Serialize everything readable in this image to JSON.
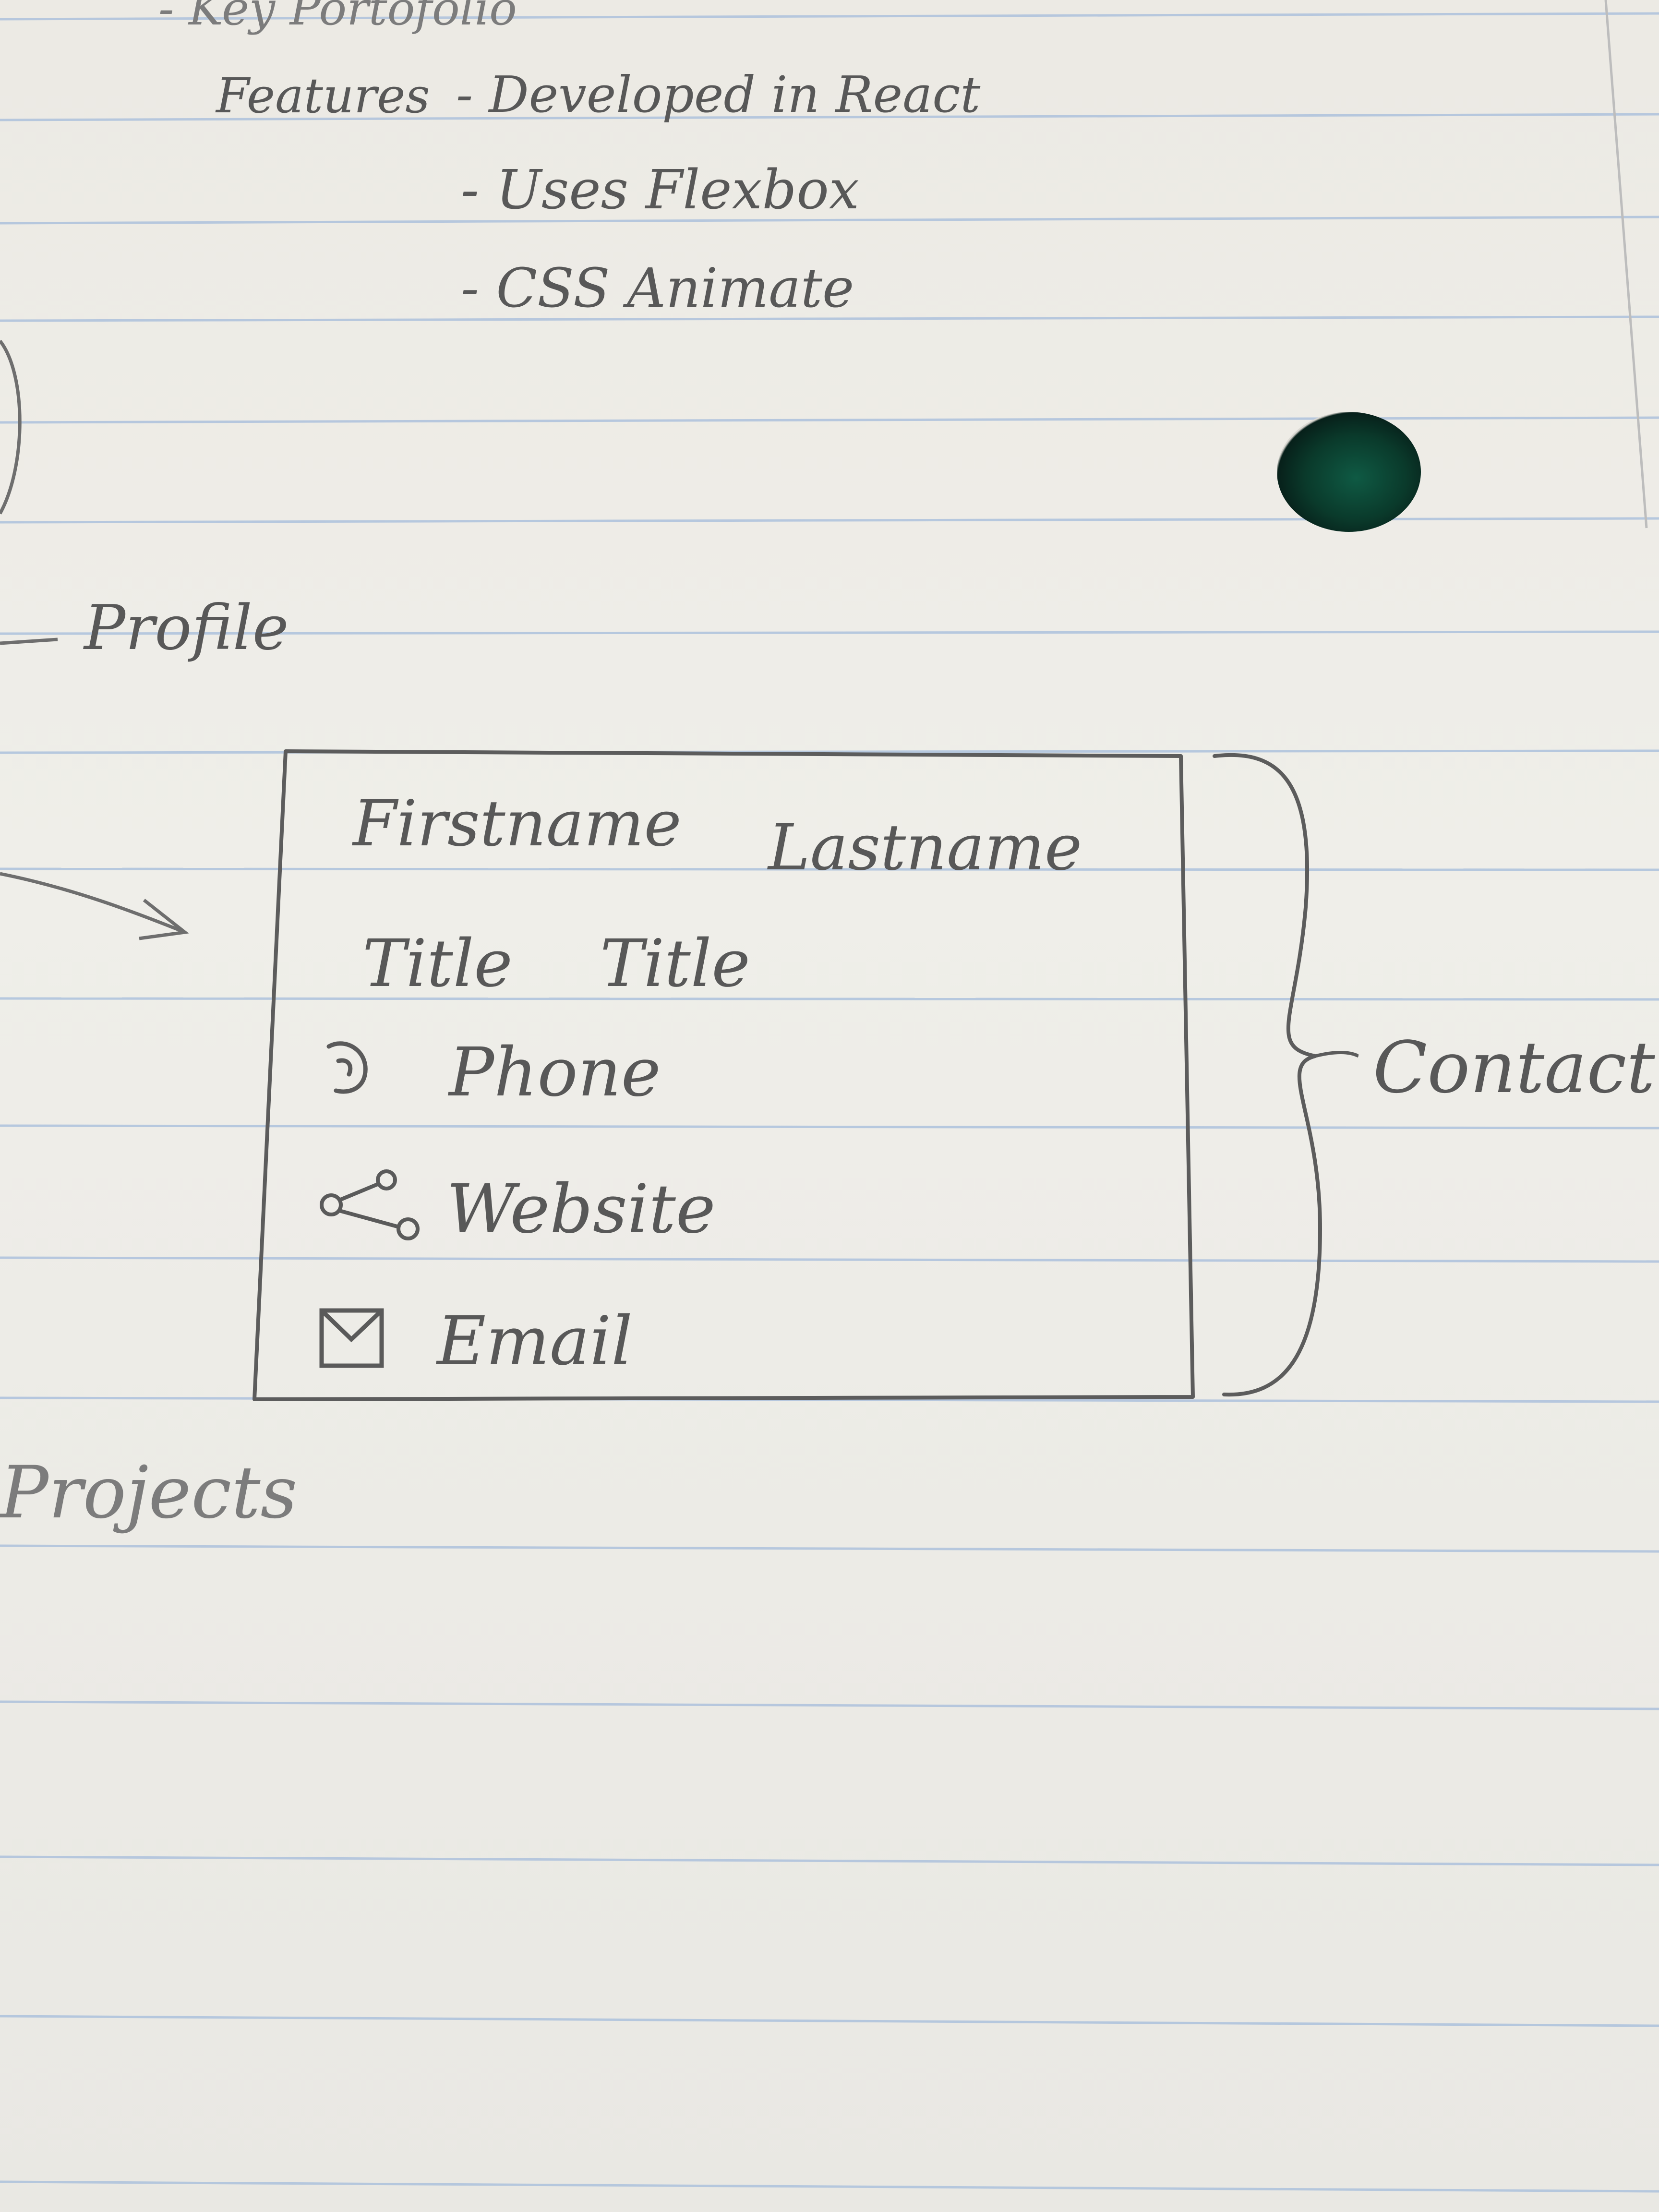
{
  "notes": {
    "top_line": "- Key Portofolio",
    "features_label": "Features",
    "feature_items": [
      "- Developed in React",
      "- Uses Flexbox",
      "- CSS Animate"
    ]
  },
  "labels": {
    "profile": "Profile",
    "contact": "Contact",
    "projects": "Projects"
  },
  "card": {
    "first_name": "Firstname",
    "last_name": "Lastname",
    "title_1": "Title",
    "title_2": "Title",
    "phone": "Phone",
    "website": "Website",
    "email": "Email"
  },
  "icons": [
    "phone-icon",
    "share-icon",
    "email-icon"
  ],
  "colors": {
    "paper": "#ecebe6",
    "rule_line": "#a9bfdc",
    "pencil": "#585858",
    "punch_hole": "#0a3a2b"
  }
}
